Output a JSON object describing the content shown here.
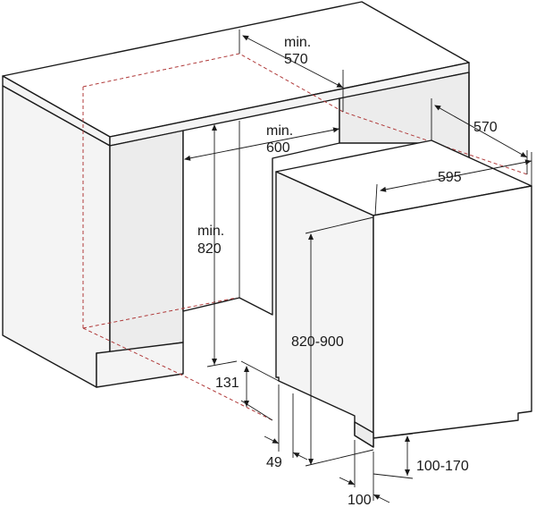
{
  "dimensions": {
    "top_depth_a": "min.",
    "top_depth_b": "570",
    "opening_width_a": "min.",
    "opening_width_b": "600",
    "opening_height_a": "min.",
    "opening_height_b": "820",
    "appliance_depth": "570",
    "appliance_width": "595",
    "appliance_height": "820-900",
    "plinth_height": "131",
    "plinth_setback": "49",
    "foot_height": "100-170",
    "foot_depth": "100"
  },
  "colors": {
    "lines": "#1a1a1a",
    "hidden_lines": "#b03a3a"
  }
}
